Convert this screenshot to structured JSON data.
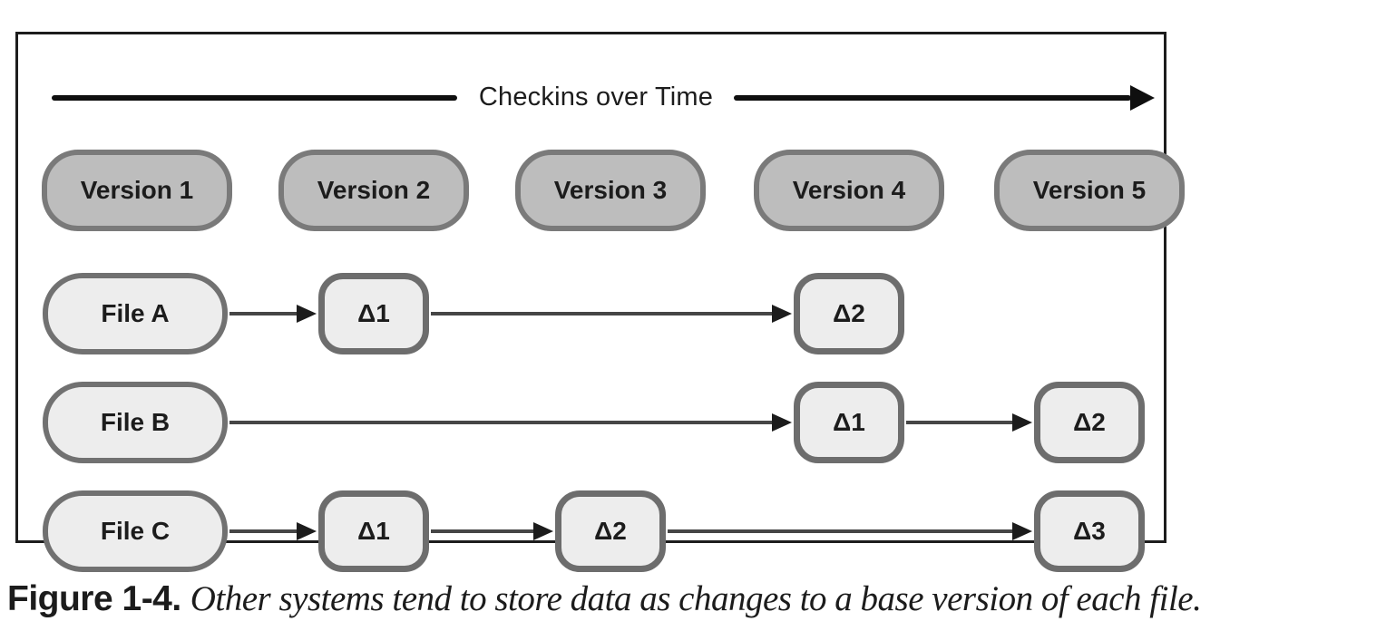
{
  "diagram": {
    "timeline_label": "Checkins over Time",
    "versions": [
      "Version 1",
      "Version 2",
      "Version 3",
      "Version 4",
      "Version 5"
    ],
    "files": [
      {
        "name": "File A",
        "deltas": [
          {
            "label": "Δ1",
            "column": 2
          },
          {
            "label": "Δ2",
            "column": 4
          }
        ]
      },
      {
        "name": "File B",
        "deltas": [
          {
            "label": "Δ1",
            "column": 4
          },
          {
            "label": "Δ2",
            "column": 5
          }
        ]
      },
      {
        "name": "File C",
        "deltas": [
          {
            "label": "Δ1",
            "column": 2
          },
          {
            "label": "Δ2",
            "column": 3
          },
          {
            "label": "Δ3",
            "column": 5
          }
        ]
      }
    ]
  },
  "caption": {
    "label": "Figure 1-4.",
    "text": "Other systems tend to store data as changes to a base version of each file."
  },
  "colors": {
    "version_fill": "#bdbdbd",
    "version_border": "#7a7a7a",
    "file_fill": "#ededed",
    "file_border": "#717171",
    "delta_fill": "#ededed",
    "delta_border": "#6d6d6d",
    "line": "#464646",
    "arrowhead": "#1c1c1c",
    "timeline": "#0f0f0f",
    "frame_border": "#1d1d1d",
    "text": "#1c1c1c"
  }
}
